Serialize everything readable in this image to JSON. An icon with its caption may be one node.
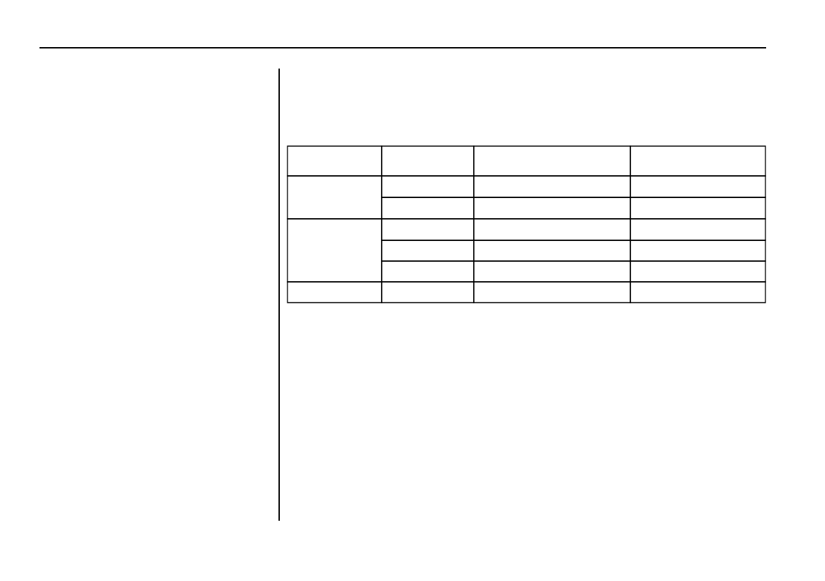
{
  "diagram": {
    "nodes": [
      {
        "text": [],
        "shape": "box"
      },
      {
        "text": [],
        "shape": "box"
      },
      {
        "text": [],
        "shape": "box"
      },
      {
        "text": [],
        "shape": "box"
      },
      {
        "text": [],
        "shape": "box"
      },
      {
        "text": [],
        "shape": "box"
      },
      {
        "text": [],
        "shape": "box"
      },
      {
        "text": [],
        "shape": "box"
      },
      {
        "text": [],
        "shape": "box"
      },
      {
        "text": [],
        "shape": "box"
      },
      {
        "text": [],
        "shape": "box"
      },
      {
        "text": [],
        "shape": "box"
      },
      {
        "text": [],
        "shape": "box"
      },
      {
        "text": [],
        "shape": "box"
      },
      {
        "text": [],
        "shape": "box"
      },
      {
        "text": [],
        "shape": "box"
      },
      {
        "text": [],
        "shape": "box"
      },
      {
        "text": [],
        "shape": "box"
      },
      {
        "text": [],
        "shape": "box"
      },
      {
        "text": [],
        "shape": "box"
      },
      {
        "text": [],
        "shape": "box"
      },
      {
        "text": [],
        "shape": "box"
      },
      {
        "text": [],
        "shape": "box"
      },
      {
        "text": [],
        "shape": "box"
      },
      {
        "text": [],
        "shape": "box"
      }
    ]
  }
}
